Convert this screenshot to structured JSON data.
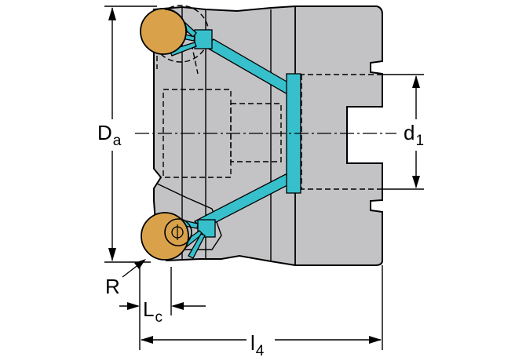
{
  "colors": {
    "body_fill": "#c3c3c6",
    "outline": "#000000",
    "coolant": "#37c0cc",
    "insert": "#d9a24a",
    "background": "#ffffff"
  },
  "labels": {
    "da": {
      "main": "D",
      "sub": "a"
    },
    "d1": {
      "main": "d",
      "sub": "1"
    },
    "r": {
      "main": "R"
    },
    "lc": {
      "main": "L",
      "sub": "c"
    },
    "l4": {
      "main": "l",
      "sub": "4"
    }
  }
}
